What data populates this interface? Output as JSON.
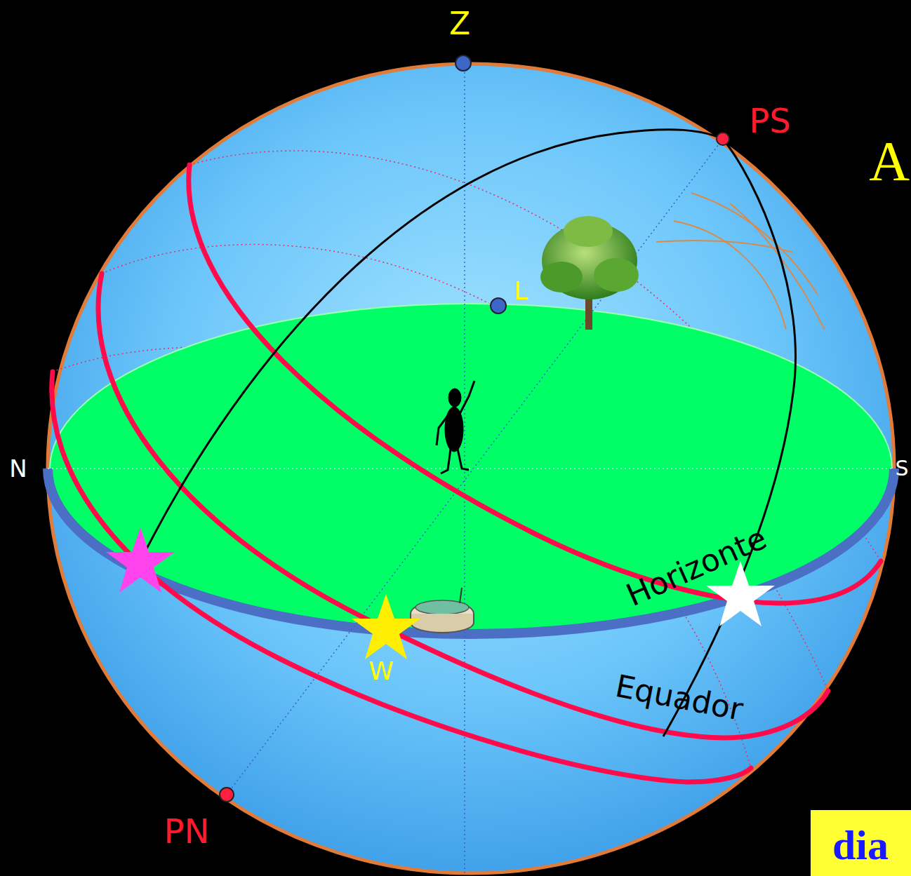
{
  "diagram": {
    "labels": [
      "Z",
      "PS",
      "A",
      "L",
      "N",
      "S",
      "Horizonte",
      "Equador",
      "W",
      "PN",
      "dia"
    ]
  }
}
